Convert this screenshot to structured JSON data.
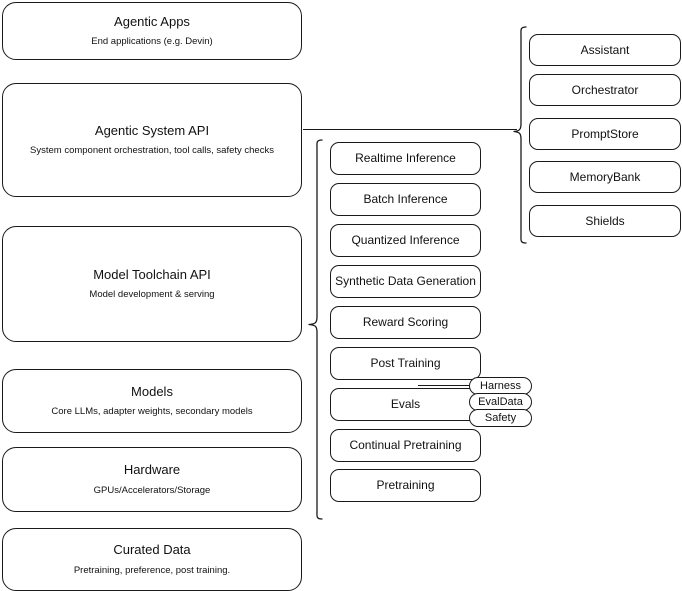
{
  "diagram": {
    "title": "AI stack layered architecture diagram",
    "accent_color": "#1a1a1a",
    "background_color": "#ffffff"
  },
  "layers": [
    {
      "name": "agentic-apps",
      "title": "Agentic Apps",
      "subtitle": "End applications (e.g. Devin)"
    },
    {
      "name": "agentic-system-api",
      "title": "Agentic System API",
      "subtitle": "System component orchestration, tool calls, safety checks"
    },
    {
      "name": "model-toolchain-api",
      "title": "Model Toolchain API",
      "subtitle": "Model development & serving"
    },
    {
      "name": "models",
      "title": "Models",
      "subtitle": "Core LLMs, adapter weights, secondary models"
    },
    {
      "name": "hardware",
      "title": "Hardware",
      "subtitle": "GPUs/Accelerators/Storage"
    },
    {
      "name": "curated-data",
      "title": "Curated Data",
      "subtitle": "Pretraining, preference, post training."
    }
  ],
  "agentic_components": [
    {
      "name": "assistant",
      "label": "Assistant"
    },
    {
      "name": "orchestrator",
      "label": "Orchestrator"
    },
    {
      "name": "promptstore",
      "label": "PromptStore"
    },
    {
      "name": "memorybank",
      "label": "MemoryBank"
    },
    {
      "name": "shields",
      "label": "Shields"
    }
  ],
  "toolchain_components": [
    {
      "name": "realtime-inference",
      "label": "Realtime Inference"
    },
    {
      "name": "batch-inference",
      "label": "Batch Inference"
    },
    {
      "name": "quantized-inference",
      "label": "Quantized Inference"
    },
    {
      "name": "synthetic-data-generation",
      "label": "Synthetic Data Generation"
    },
    {
      "name": "reward-scoring",
      "label": "Reward Scoring"
    },
    {
      "name": "post-training",
      "label": "Post Training"
    },
    {
      "name": "evals",
      "label": "Evals"
    },
    {
      "name": "continual-pretraining",
      "label": "Continual Pretraining"
    },
    {
      "name": "pretraining",
      "label": "Pretraining"
    }
  ],
  "evals_badges": [
    {
      "name": "harness",
      "label": "Harness"
    },
    {
      "name": "evaldata",
      "label": "EvalData"
    },
    {
      "name": "safety",
      "label": "Safety"
    }
  ]
}
